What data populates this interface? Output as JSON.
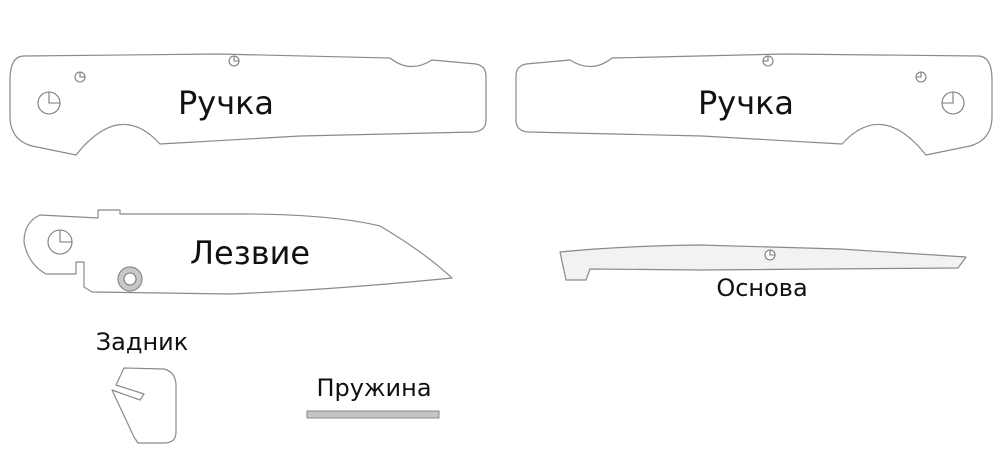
{
  "parts": {
    "handle_left": {
      "label": "Ручка"
    },
    "handle_right": {
      "label": "Ручка"
    },
    "blade": {
      "label": "Лезвие"
    },
    "base": {
      "label": "Основа"
    },
    "back": {
      "label": "Задник"
    },
    "spring": {
      "label": "Пружина"
    }
  },
  "colors": {
    "outline": "#8a8a8a",
    "spring_fill": "#c4c4c4",
    "washer_fill": "#c8c8c8",
    "text": "#111111"
  }
}
